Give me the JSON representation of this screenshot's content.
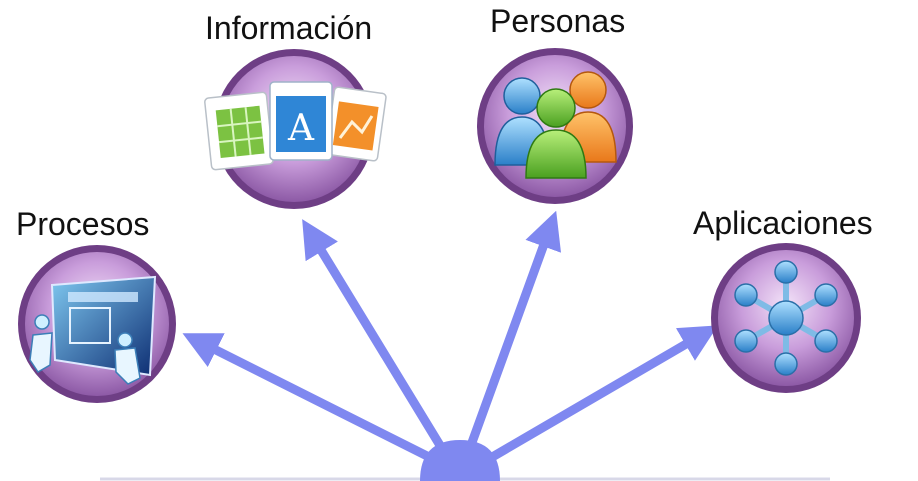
{
  "nodes": {
    "procesos": {
      "label": "Procesos",
      "icon": "presentation-people-icon"
    },
    "informacion": {
      "label": "Información",
      "icon": "documents-icon"
    },
    "personas": {
      "label": "Personas",
      "icon": "people-group-icon"
    },
    "aplicaciones": {
      "label": "Aplicaciones",
      "icon": "network-hub-icon"
    }
  },
  "colors": {
    "arrow": "#7f88f0",
    "circle_outer": "#6e3e85",
    "circle_fill": "#c79ad8",
    "base_line": "#d8d8e8"
  }
}
